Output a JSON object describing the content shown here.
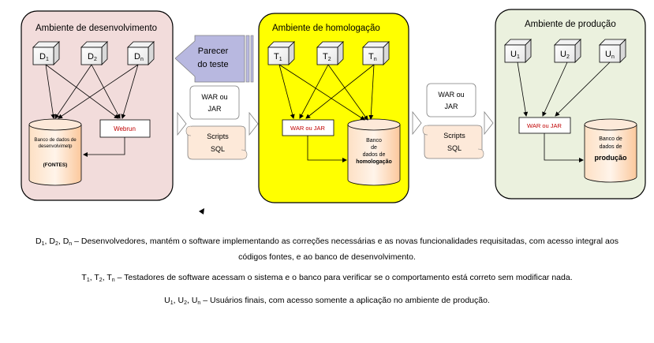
{
  "environments": {
    "dev": {
      "title": "Ambiente de desenvolvimento",
      "actors": [
        {
          "letter": "D",
          "sub": "1"
        },
        {
          "letter": "D",
          "sub": "2"
        },
        {
          "letter": "D",
          "sub": "n"
        }
      ],
      "webrun": "Webrun",
      "db_line1": "Banco de dados de",
      "db_line2": "desenvolvimetp",
      "db_line3": "(FONTES)"
    },
    "hom": {
      "title": "Ambiente de homologação",
      "actors": [
        {
          "letter": "T",
          "sub": "1"
        },
        {
          "letter": "T",
          "sub": "2"
        },
        {
          "letter": "T",
          "sub": "n"
        }
      ],
      "war": "WAR ou JAR",
      "db_line1": "Banco",
      "db_line2": "de",
      "db_line3": "dados de",
      "db_line4": "homologação"
    },
    "prod": {
      "title": "Ambiente de produção",
      "actors": [
        {
          "letter": "U",
          "sub": "1"
        },
        {
          "letter": "U",
          "sub": "2"
        },
        {
          "letter": "U",
          "sub": "n"
        }
      ],
      "war": "WAR ou JAR",
      "db_line1": "Banco de",
      "db_line2": "dados de",
      "db_line3": "produção"
    }
  },
  "transfer1": {
    "war_line1": "WAR ou",
    "war_line2": "JAR",
    "scripts_line1": "Scripts",
    "scripts_line2": "SQL"
  },
  "transfer2": {
    "war_line1": "WAR ou",
    "war_line2": "JAR",
    "scripts_line1": "Scripts",
    "scripts_line2": "SQL"
  },
  "feedback": {
    "line1": "Parecer",
    "line2": "do teste"
  },
  "legend": {
    "dev": {
      "items": [
        "D",
        "D",
        "D"
      ],
      "subs": [
        "1",
        "2",
        "n"
      ],
      "text": " – Desenvolvedores, mantém o software implementando as correções necessárias e as novas funcionalidades requisitadas, com acesso integral aos",
      "text2": "códigos fontes, e ao banco de desenvolvimento."
    },
    "test": {
      "items": [
        "T",
        "T",
        "T"
      ],
      "subs": [
        "1",
        "2",
        "n"
      ],
      "text": " – Testadores de software acessam o sistema e o banco para verificar se o comportamento está correto sem modificar nada."
    },
    "users": {
      "items": [
        "U",
        "U",
        "U"
      ],
      "subs": [
        "1",
        "2",
        "n"
      ],
      "text": " – Usuários finais, com acesso somente a aplicação no ambiente de produção."
    }
  },
  "colors": {
    "dev_fill": "#f2dcdb",
    "hom_fill": "#ffff00",
    "prod_fill": "#ebf1de",
    "db_fill": "#fcd5b5",
    "scroll_fill": "#fde9d9",
    "red_text": "#c00000"
  }
}
